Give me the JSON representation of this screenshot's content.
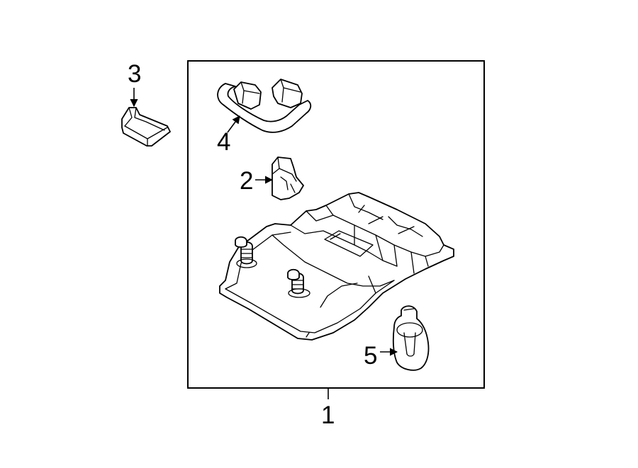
{
  "callouts": {
    "overhead_console": "1",
    "clip": "2",
    "lens": "3",
    "grab_handle": "4",
    "bulb": "5"
  }
}
